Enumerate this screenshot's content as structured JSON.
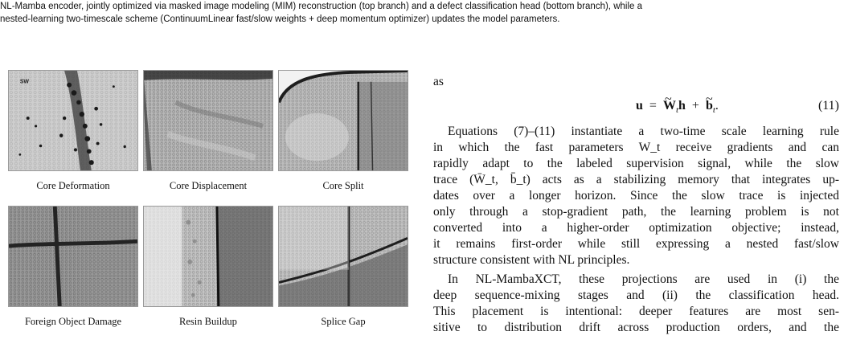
{
  "caption": {
    "line1": "NL-Mamba encoder, jointly optimized via masked image modeling (MIM) reconstruction (top branch) and a defect classification head (bottom branch), while a",
    "line2": "nested-learning two-timescale scheme (ContinuumLinear fast/slow weights + deep momentum optimizer) updates the model parameters."
  },
  "figure": {
    "tiles": [
      {
        "label": "Core Deformation"
      },
      {
        "label": "Core Displacement"
      },
      {
        "label": "Core Split"
      },
      {
        "label": "Foreign Object Damage"
      },
      {
        "label": "Resin Buildup"
      },
      {
        "label": "Splice Gap"
      }
    ],
    "inset_text": "SW"
  },
  "text": {
    "as": "as",
    "equation": {
      "u": "u",
      "eq": "=",
      "W": "W",
      "h": "h",
      "plus": "+",
      "b": "b",
      "sub": "t",
      "dot": ".",
      "number": "(11)"
    },
    "p1": [
      "Equations (7)–(11) instantiate a two-time scale learning rule",
      "in which the fast parameters W_t receive gradients and can",
      "rapidly adapt to the labeled supervision signal, while the slow",
      "trace (W̄_t, b̄_t) acts as a stabilizing memory that integrates up-",
      "dates over a longer horizon.  Since the slow trace is injected",
      "only through a stop-gradient path, the learning problem is not",
      "converted into a higher-order optimization objective; instead,",
      "it remains first-order while still expressing a nested fast/slow",
      "structure consistent with NL principles."
    ],
    "p2": [
      "In NL-MambaXCT, these projections are used in (i) the",
      "deep sequence-mixing stages and (ii) the classification head.",
      "This placement is intentional: deeper features are most sen-",
      "sitive to distribution drift across production orders, and the"
    ]
  }
}
